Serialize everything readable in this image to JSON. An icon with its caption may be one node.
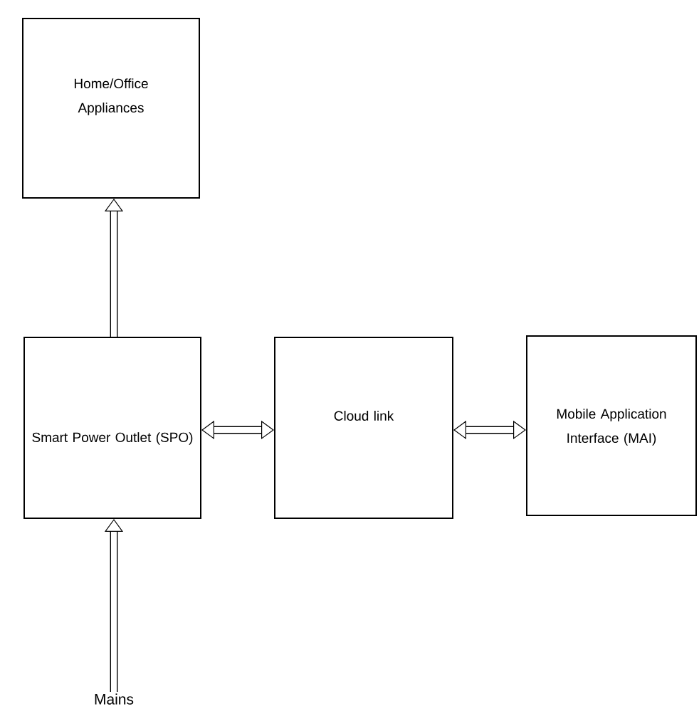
{
  "diagram": {
    "nodes": [
      {
        "text": [
          "Home/Office Appliances"
        ]
      },
      {
        "text": [
          "Smart Power Outlet (SPO)"
        ]
      },
      {
        "text": [
          "Cloud link"
        ]
      },
      {
        "text": [
          "Mobile Application Interface (MAI)"
        ]
      },
      {
        "text": [
          "Mains"
        ]
      }
    ],
    "edges": [
      {
        "from": 1,
        "to": 0,
        "arrow": "to"
      },
      {
        "from": 4,
        "to": 1,
        "arrow": "to"
      },
      {
        "from": 1,
        "to": 2,
        "arrow": "both"
      },
      {
        "from": 2,
        "to": 3,
        "arrow": "both"
      }
    ]
  }
}
